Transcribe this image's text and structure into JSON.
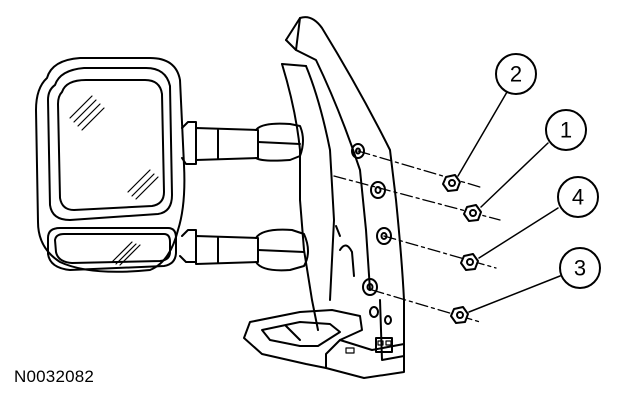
{
  "figure_id": "N0032082",
  "callouts": [
    {
      "number": "2"
    },
    {
      "number": "1"
    },
    {
      "number": "4"
    },
    {
      "number": "3"
    }
  ],
  "colors": {
    "line": "#000000",
    "background": "#ffffff"
  }
}
